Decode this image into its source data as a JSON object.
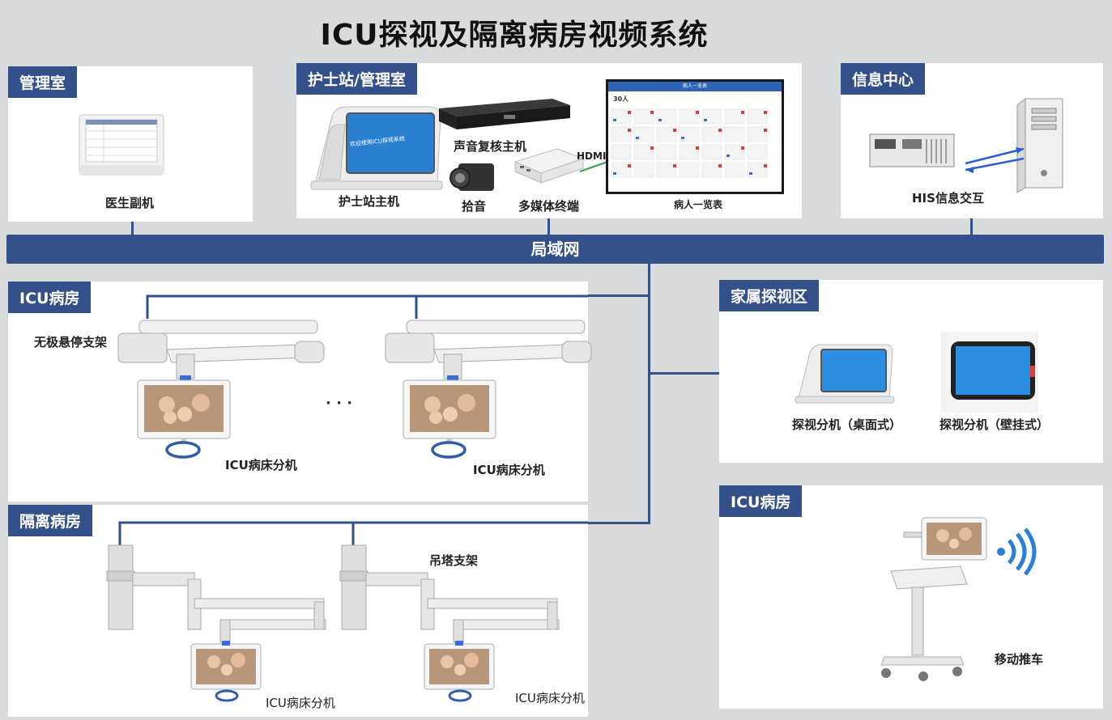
{
  "title": "ICU探视及隔离病房视频系统",
  "colors": {
    "accent": "#34508a",
    "background": "#d9dadc",
    "panel": "#ffffff"
  },
  "network": {
    "label": "局域网"
  },
  "panels": {
    "management": {
      "tag": "管理室",
      "device": "医生副机"
    },
    "nurse_station": {
      "tag": "护士站/管理室",
      "nurse_host": "护士站主机",
      "nurse_screen_text": "欢迎使用ICU探视系统",
      "audio_host": "声音复核主机",
      "pickup": "拾音",
      "media_terminal": "多媒体终端",
      "hdmi": "HDMI",
      "patient_list": "病人一览表",
      "patient_list_header": "病人一览表",
      "patient_count": "30人"
    },
    "info_center": {
      "tag": "信息中心",
      "his": "HIS信息交互"
    },
    "icu_ward": {
      "tag": "ICU病房",
      "mount": "无极悬停支架",
      "bed_unit_1": "ICU病床分机",
      "bed_unit_2": "ICU病床分机",
      "ellipsis": "· · ·"
    },
    "family_area": {
      "tag": "家属探视区",
      "desk_unit": "探视分机（桌面式）",
      "wall_unit": "探视分机（壁挂式）"
    },
    "isolation_ward": {
      "tag": "隔离病房",
      "tower_mount": "吊塔支架",
      "bed_unit_1": "ICU病床分机",
      "bed_unit_2": "ICU病床分机"
    },
    "icu_ward_mobile": {
      "tag": "ICU病房",
      "cart": "移动推车"
    }
  }
}
